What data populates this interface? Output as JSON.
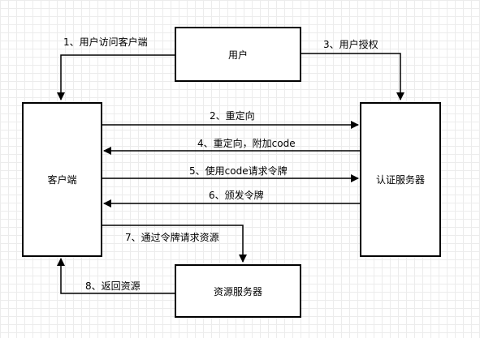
{
  "nodes": {
    "user": "用户",
    "client": "客户端",
    "auth_server": "认证服务器",
    "resource_server": "资源服务器"
  },
  "edges": {
    "e1": "1、用户访问客户端",
    "e2": "2、重定向",
    "e3": "3、用户授权",
    "e4": "4、重定向，附加code",
    "e5": "5、使用code请求令牌",
    "e6": "6、颁发令牌",
    "e7": "7、通过令牌请求资源",
    "e8": "8、返回资源"
  },
  "colors": {
    "stroke": "#000000",
    "background": "#ffffff",
    "grid": "#ececec"
  }
}
